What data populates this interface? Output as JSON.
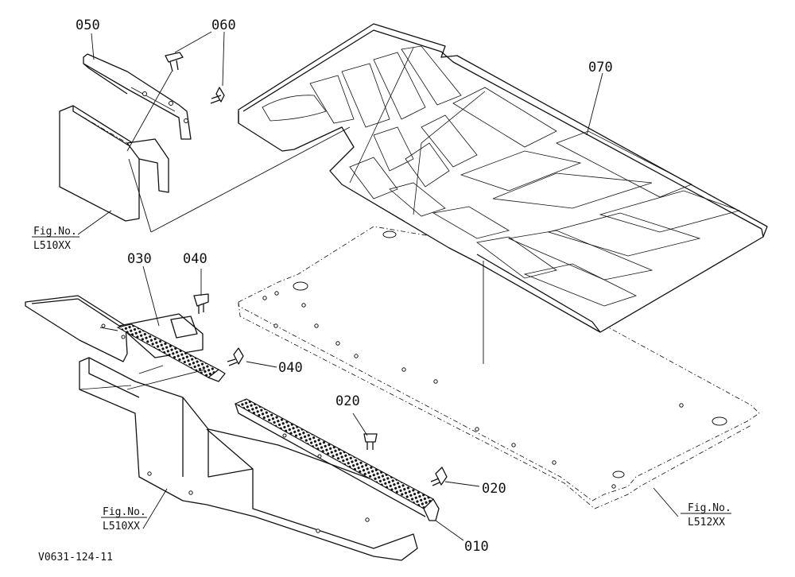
{
  "part_labels": {
    "p010": "010",
    "p020_a": "020",
    "p020_b": "020",
    "p030": "030",
    "p040_a": "040",
    "p040_b": "040",
    "p050": "050",
    "p060": "060",
    "p070": "070"
  },
  "figure_refs": {
    "ref_top_left": {
      "line1": "Fig.No.",
      "line2": "L510XX"
    },
    "ref_bottom_left": {
      "line1": "Fig.No.",
      "line2": "L510XX"
    },
    "ref_bottom_right": {
      "line1": "Fig.No.",
      "line2": "L512XX"
    }
  },
  "drawing_code": "V0631-124-11"
}
